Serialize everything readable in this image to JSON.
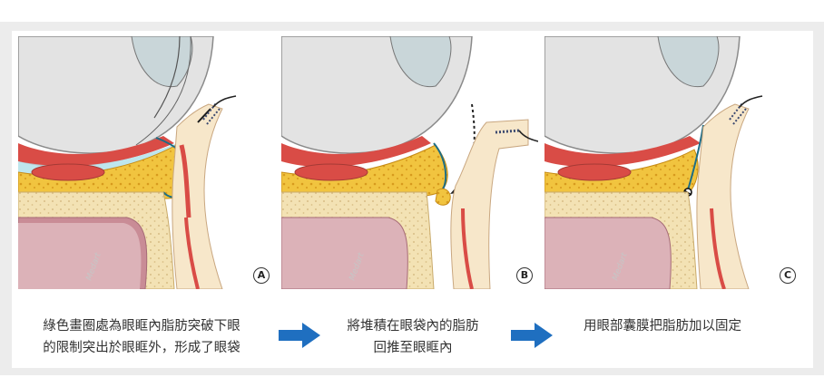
{
  "panels": [
    {
      "letter": "A",
      "caption_lines": [
        "綠色畫圈處為眼眶內脂肪突破下眼",
        "的限制突出於眼眶外，形成了眼袋"
      ]
    },
    {
      "letter": "B",
      "caption_lines": [
        "將堆積在眼袋內的脂肪",
        "回推至眼眶內"
      ]
    },
    {
      "letter": "C",
      "caption_lines": [
        "用眼部囊膜把脂肪加以固定"
      ]
    }
  ],
  "signature": "Medart",
  "colors": {
    "fat": "#f0c23a",
    "muscle": "#d94c46",
    "bone": "#f3e3b6",
    "globe": "#e6e6e6",
    "skin": "#f7e7ca",
    "septum": "#1d6d86",
    "arrow": "#1f6fc0"
  },
  "icons": [
    "arrow-right-icon",
    "arrow-right-icon"
  ]
}
